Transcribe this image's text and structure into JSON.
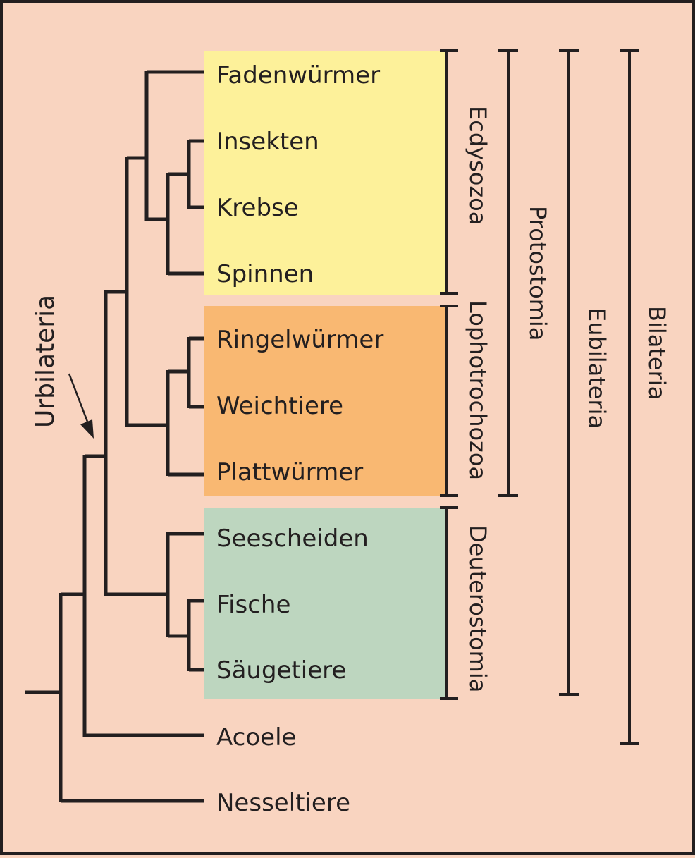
{
  "colors": {
    "background": "#f9d4c0",
    "line": "#231f20",
    "ecdysozoa_box": "#fdf19a",
    "lophotrochozoa_box": "#f9b872",
    "deuterostomia_box": "#bdd6bf"
  },
  "taxa": {
    "fadenwuermer": "Fadenwürmer",
    "insekten": "Insekten",
    "krebse": "Krebse",
    "spinnen": "Spinnen",
    "ringelwuermer": "Ringelwürmer",
    "weichtiere": "Weichtiere",
    "plattwuermer": "Plattwürmer",
    "seescheiden": "Seescheiden",
    "fische": "Fische",
    "saeugetiere": "Säugetiere",
    "acoele": "Acoele",
    "nesseltiere": "Nesseltiere"
  },
  "groups": {
    "ecdysozoa": "Ecdysozoa",
    "lophotrochozoa": "Lophotrochozoa",
    "deuterostomia": "Deuterostomia",
    "protostomia": "Protostomia",
    "eubilateria": "Eubilateria",
    "bilateria": "Bilateria"
  },
  "annotation": {
    "urbilateria": "Urbilateria"
  }
}
